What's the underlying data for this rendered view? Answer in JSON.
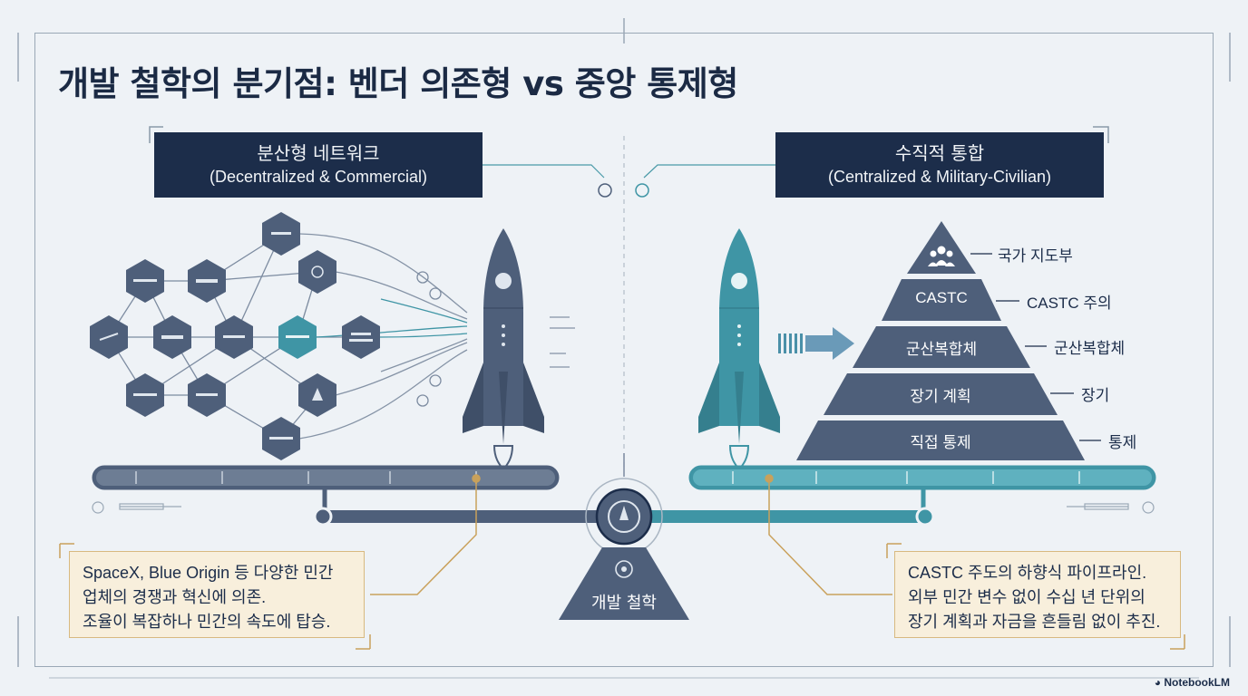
{
  "title": "개발 철학의 분기점: 벤더 의존형 vs 중앙 통제형",
  "left": {
    "header_line1": "분산형 네트워크",
    "header_line2": "(Decentralized & Commercial)",
    "description": [
      "SpaceX, Blue Origin 등 다양한 민간",
      "업체의 경쟁과 혁신에 의존.",
      "조율이 복잡하나 민간의 속도에 탑승."
    ]
  },
  "right": {
    "header_line1": "수직적 통합",
    "header_line2": "(Centralized & Military-Civilian)",
    "pyramid_tiers": [
      "CASTC",
      "군산복합체",
      "장기 계획",
      "직접 통제"
    ],
    "pyramid_labels": [
      "국가 지도부",
      "CASTC 주의",
      "군산복합체",
      "장기",
      "통제"
    ],
    "description": [
      "CASTC 주도의 하향식 파이프라인.",
      "외부 민간 변수 없이 수십 년 단위의",
      "장기 계획과 자금을 흔들림 없이 추진."
    ]
  },
  "fulcrum_label": "개발 철학",
  "brand": "NotebookLM",
  "colors": {
    "navy": "#1c2d4a",
    "slate": "#4e5f7a",
    "teal": "#3f95a5",
    "gold": "#c9a15b",
    "note_bg": "#f8efdc"
  }
}
